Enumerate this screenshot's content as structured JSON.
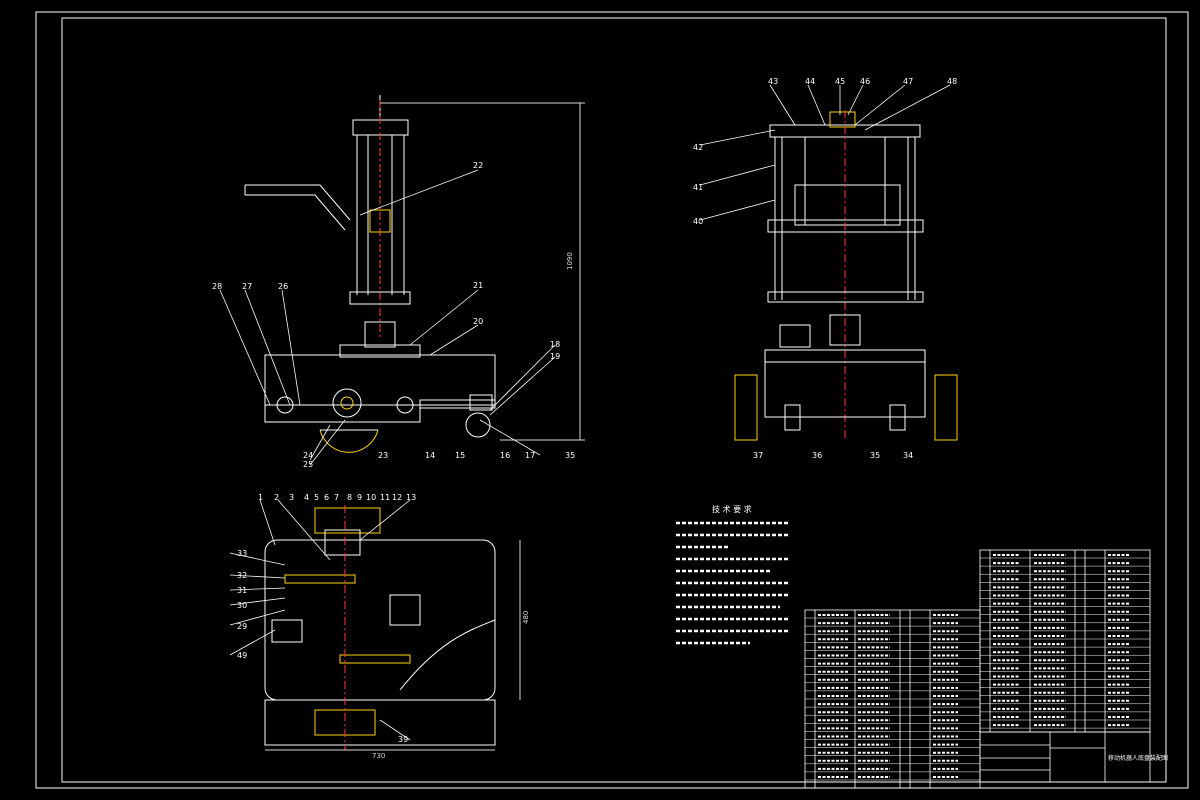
{
  "colors": {
    "background": "#000000",
    "line": "#ffffff",
    "center": "#ff3b3b",
    "accent": "#ffd400",
    "dim": "#d9d9d9"
  },
  "balloons": {
    "side": [
      "22",
      "21",
      "20",
      "28",
      "27",
      "26",
      "18",
      "19",
      "24",
      "25",
      "23",
      "14",
      "15",
      "16",
      "17",
      "35"
    ],
    "front": [
      "43",
      "44",
      "45",
      "46",
      "47",
      "48",
      "42",
      "41",
      "40",
      "37",
      "36",
      "35",
      "34"
    ],
    "top": [
      "1",
      "2",
      "3",
      "4",
      "5",
      "6",
      "7",
      "8",
      "9",
      "10",
      "11",
      "12",
      "13",
      "33",
      "32",
      "31",
      "30",
      "29",
      "49",
      "39"
    ]
  },
  "dimensions": {
    "height": "1090",
    "plan_width": "730",
    "plan_depth": "480"
  },
  "tech_requirements": {
    "title": "技 术 要 求"
  },
  "title_block": {
    "drawing_name": "移动机器人底盘装配图"
  }
}
